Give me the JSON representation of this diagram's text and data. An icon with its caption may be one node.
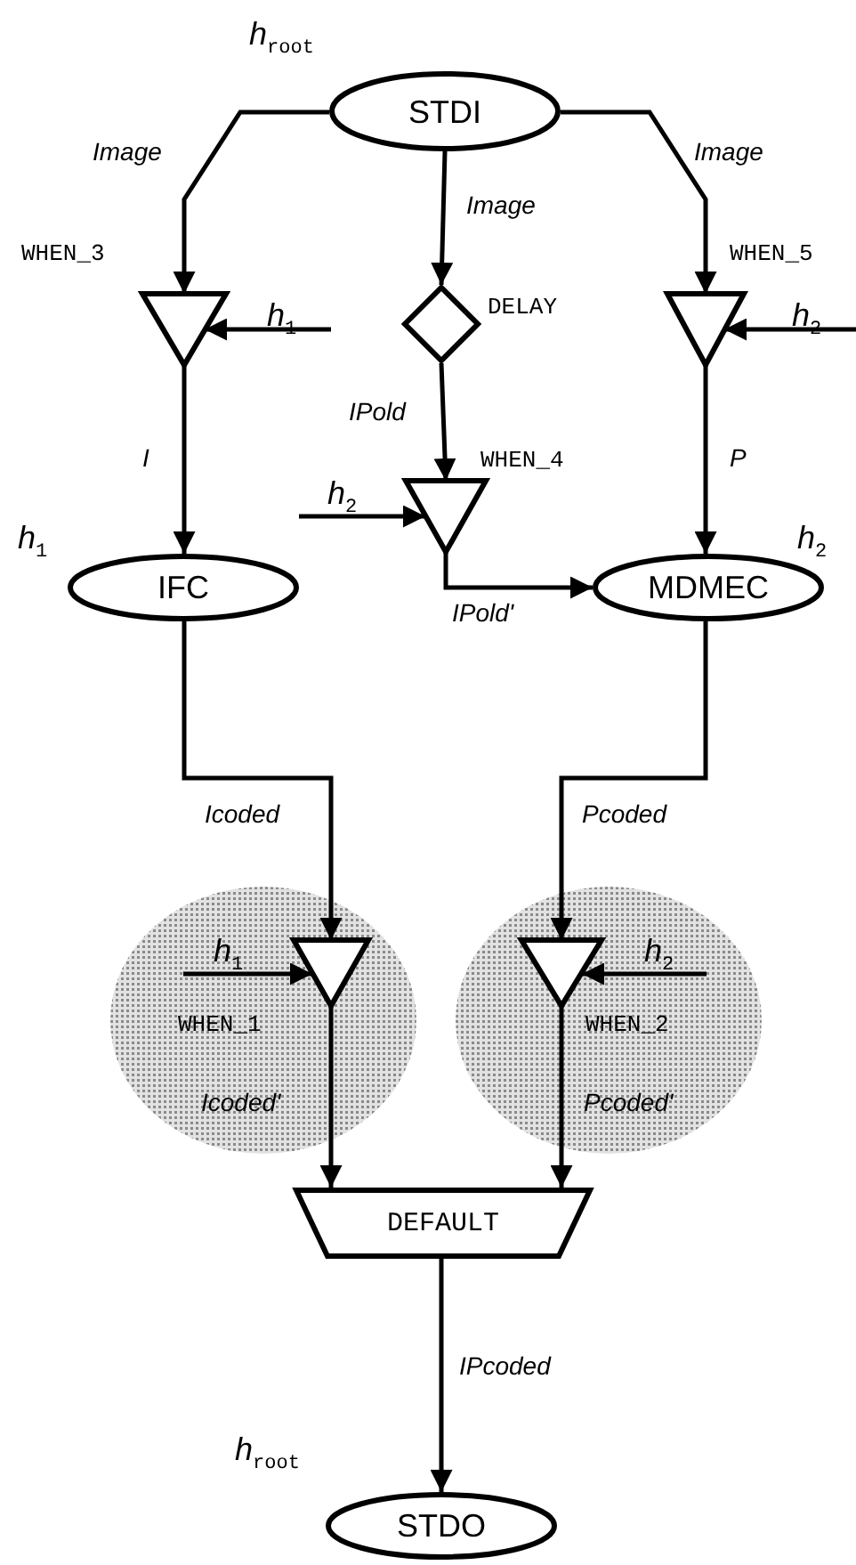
{
  "diagram": {
    "nodes": [
      {
        "text": [
          "STDI"
        ],
        "beside": [
          "*h*$_{root}$"
        ]
      },
      {
        "text": [
          "WHEN_3"
        ]
      },
      {
        "text": [
          "DELAY"
        ]
      },
      {
        "text": [
          "WHEN_5"
        ]
      },
      {
        "text": [
          "WHEN_4"
        ]
      },
      {
        "text": [
          "IFC"
        ],
        "beside": [
          "*h*$_{1}$"
        ]
      },
      {
        "text": [
          "MDMEC"
        ],
        "beside": [
          "*h*$_{2}$"
        ]
      },
      {
        "text": [],
        "shape": "circle"
      },
      {
        "text": [
          "WHEN_1"
        ],
        "in": 7
      },
      {
        "text": [],
        "shape": "circle"
      },
      {
        "text": [
          "WHEN_2"
        ],
        "in": 9
      },
      {
        "text": [
          "DEFAULT"
        ]
      },
      {
        "text": [
          "STDO"
        ],
        "beside": [
          "*h*$_{root}$"
        ]
      }
    ],
    "edges": [
      {
        "from": 0,
        "to": 1,
        "arrow": "to",
        "label": "Image"
      },
      {
        "from": 0,
        "to": 2,
        "arrow": "to",
        "label": "Image"
      },
      {
        "from": 0,
        "to": 3,
        "arrow": "to",
        "label": "Image"
      },
      {
        "from": null,
        "to": 1,
        "arrow": "to",
        "label": "*h*$_{1}$"
      },
      {
        "from": null,
        "to": 3,
        "arrow": "to",
        "label": "*h*$_{2}$"
      },
      {
        "from": 2,
        "to": 4,
        "arrow": "to",
        "label": "IPold"
      },
      {
        "from": null,
        "to": 4,
        "arrow": "to",
        "label": "*h*$_{2}$"
      },
      {
        "from": 1,
        "to": 5,
        "arrow": "to",
        "label": "I"
      },
      {
        "from": 3,
        "to": 6,
        "arrow": "to",
        "label": "P"
      },
      {
        "from": 4,
        "to": 6,
        "arrow": "to",
        "label": "IPold'"
      },
      {
        "from": 5,
        "to": 8,
        "arrow": "to",
        "label": "Icoded"
      },
      {
        "from": 6,
        "to": 10,
        "arrow": "to",
        "label": "Pcoded"
      },
      {
        "from": null,
        "to": 8,
        "arrow": "to",
        "label": "*h*$_{1}$"
      },
      {
        "from": null,
        "to": 10,
        "arrow": "to",
        "label": "*h*$_{2}$"
      },
      {
        "from": 8,
        "to": 11,
        "arrow": "to",
        "label": "Icoded'"
      },
      {
        "from": 10,
        "to": 11,
        "arrow": "to",
        "label": "Pcoded'"
      },
      {
        "from": 11,
        "to": 12,
        "arrow": "to",
        "label": "IPcoded"
      }
    ]
  }
}
